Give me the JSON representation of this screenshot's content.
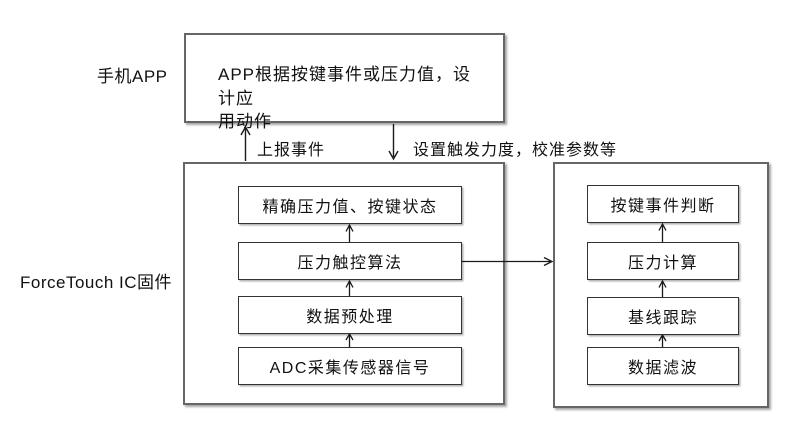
{
  "diagram": {
    "phone_app_label": "手机APP",
    "firmware_label": "ForceTouch IC固件",
    "app_box": {
      "line1": "APP根据按键事件或压力值，设计应",
      "line2": "用动作"
    },
    "flows": {
      "report_event": "上报事件",
      "set_trigger": "设置触发力度，校准参数等"
    },
    "firmware_stack": [
      "精确压力值、按键状态",
      "压力触控算法",
      "数据预处理",
      "ADC采集传感器信号"
    ],
    "algorithm_stack": [
      "按键事件判断",
      "压力计算",
      "基线跟踪",
      "数据滤波"
    ]
  }
}
